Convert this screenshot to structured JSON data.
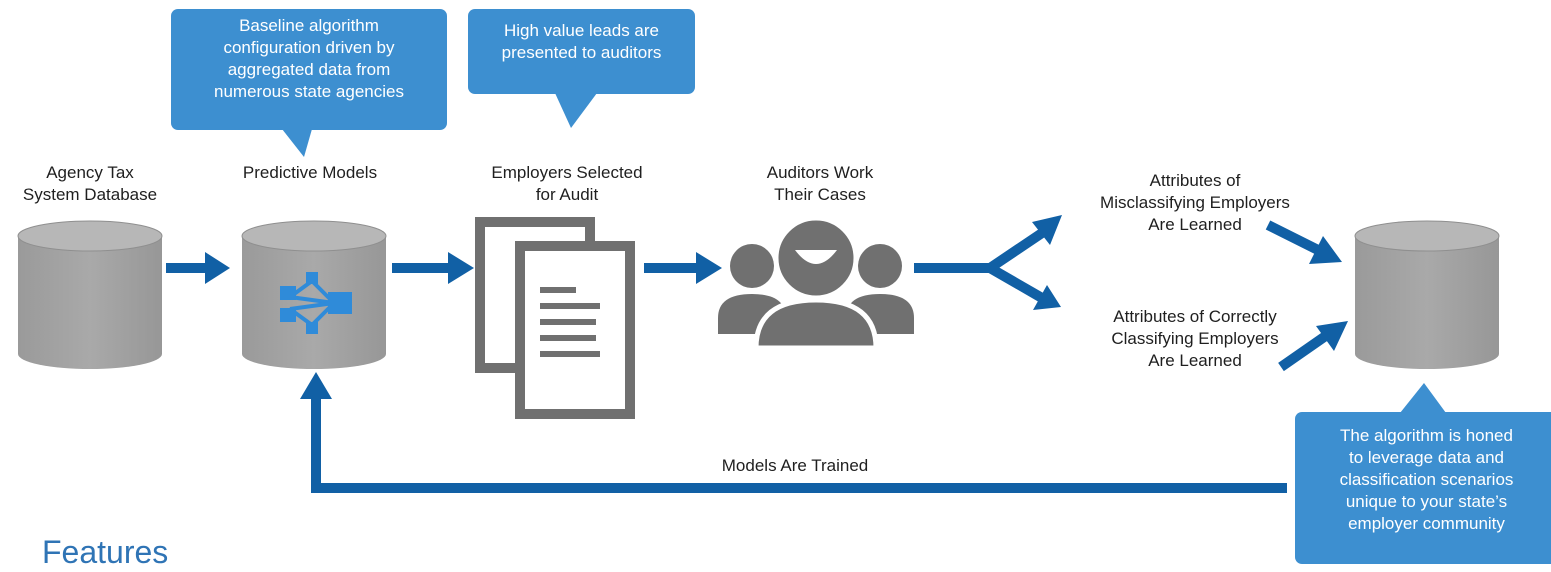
{
  "callouts": {
    "baseline": "Baseline algorithm\nconfiguration driven by\naggregated data from\nnumerous state agencies",
    "high_value": "High value leads are\npresented to auditors",
    "honed": "The algorithm is honed\nto leverage data and\nclassification scenarios\nunique to your state’s\nemployer community"
  },
  "nodes": {
    "agency_db": "Agency Tax\nSystem Database",
    "predictive_models": "Predictive Models",
    "employers_selected": "Employers Selected\nfor Audit",
    "auditors": "Auditors Work\nTheir Cases",
    "misclassifying": "Attributes of\nMisclassifying Employers\nAre Learned",
    "correctly": "Attributes of Correctly\nClassifying Employers\nAre Learned"
  },
  "feedback_label": "Models Are Trained",
  "section_heading": "Features",
  "icons": {
    "database": "database-icon",
    "network": "network-icon",
    "documents": "documents-icon",
    "people": "people-icon"
  },
  "colors": {
    "arrow": "#1160a5",
    "callout": "#3d8fd0",
    "cylinder": "#a3a3a3",
    "cylinder_top": "#b9b9b9",
    "icon_gray": "#707070",
    "network": "#2f8bd9",
    "heading": "#2f74b5"
  }
}
